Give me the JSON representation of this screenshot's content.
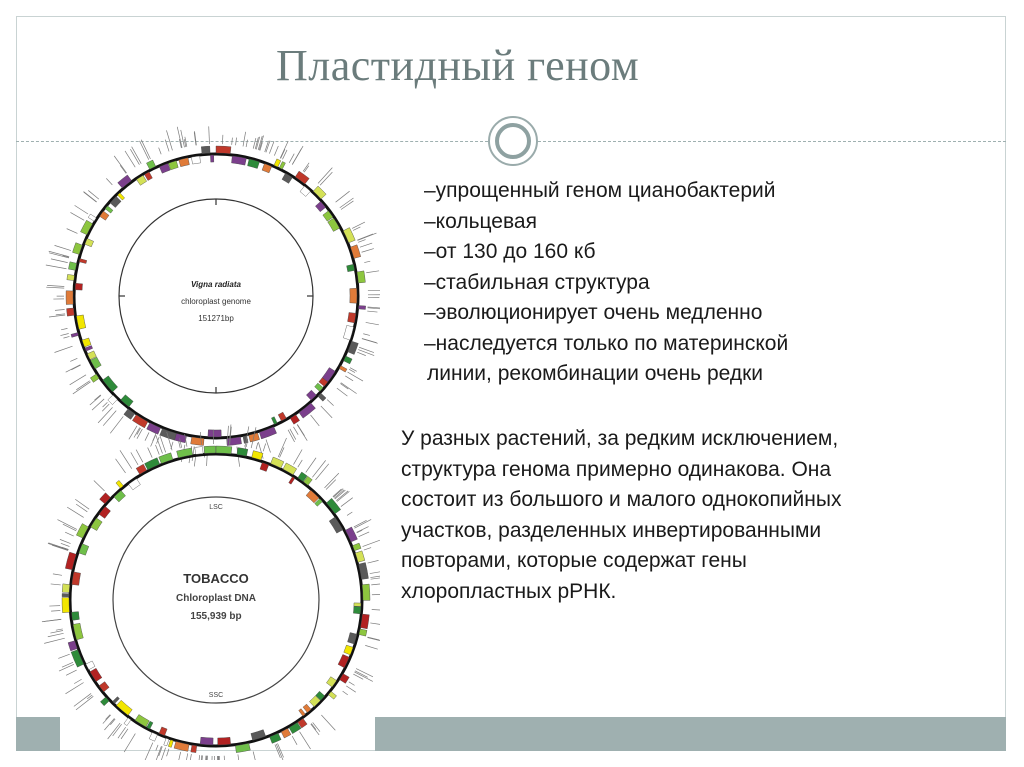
{
  "slide": {
    "title": "Пластидный геном",
    "bullets": [
      "–упрощенный геном цианобактерий",
      "–кольцевая",
      "–от 130 до 160 кб",
      "–стабильная структура",
      "–эволюционирует очень медленно",
      "–наследуется только по материнской",
      "линии, рекомбинации очень редки"
    ],
    "paragraph": [
      "У разных растений, за редким исключением,",
      "структура генома примерно одинакова. Она",
      "состоит из большого и малого однокопийных",
      "участков, разделенных инвертированными",
      "повторами, которые содержат гены",
      "хлоропластных рРНК."
    ]
  },
  "map1": {
    "species": "Vigna radiata",
    "line2": "chloroplast genome",
    "size": "151271bp"
  },
  "map2": {
    "name": "TOBACCO",
    "line2": "Chloroplast DNA",
    "size": "155,939 bp",
    "lsc": "LSC",
    "ssc": "SSC"
  },
  "colors": {
    "accent": "#9fb0b0",
    "title": "#6b7c7c",
    "text": "#1a1a1a"
  }
}
